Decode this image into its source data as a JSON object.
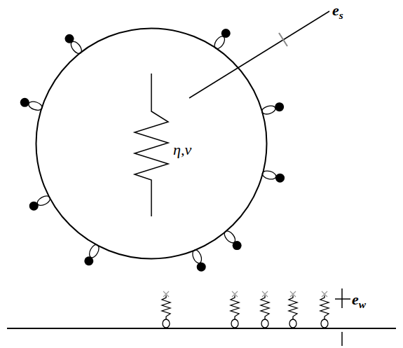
{
  "diagram": {
    "nodes": [
      {
        "text": [
          "η,ν"
        ]
      }
    ],
    "labels": [
      "es",
      "ew"
    ]
  }
}
